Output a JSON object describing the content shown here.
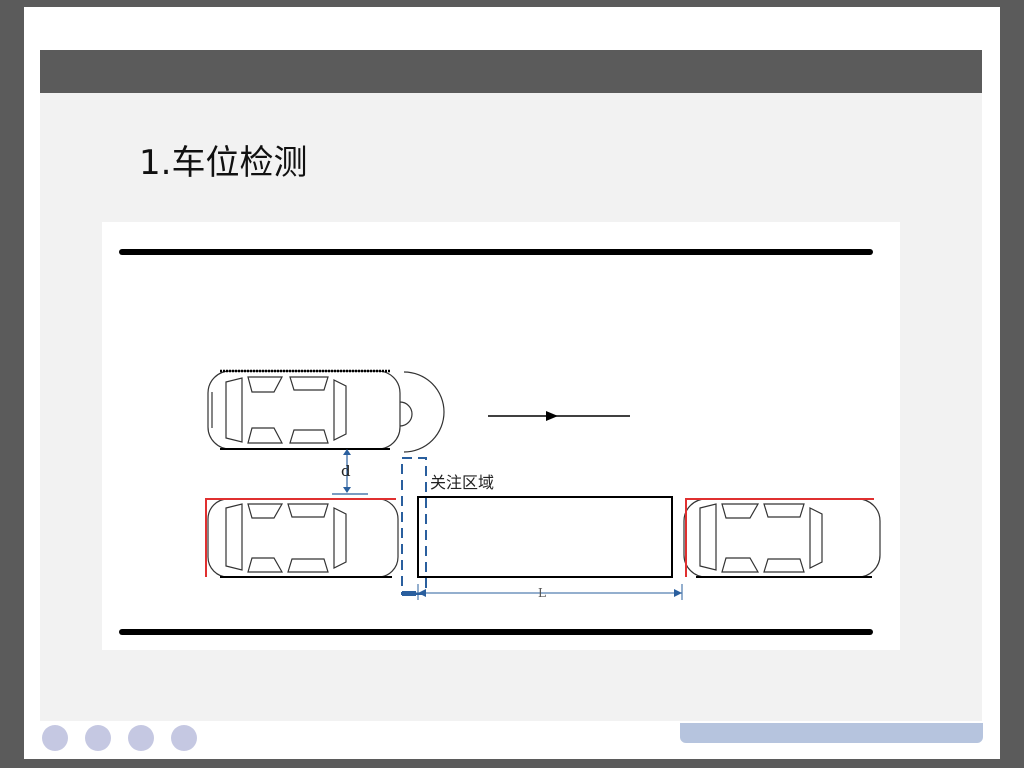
{
  "slide": {
    "title": "1.车位检测"
  },
  "diagram": {
    "label_d": "d",
    "label_focus_area": "关注区域",
    "label_L": "L"
  },
  "colors": {
    "frame": "#5b5b5b",
    "content_background": "#f2f2f2",
    "marker_red": "#e03030",
    "dimension_blue": "#2a5f9e",
    "footer_dots": "#c5c8e2",
    "footer_bar": "#b6c4de"
  },
  "footer": {
    "dots": [
      "dot",
      "dot",
      "dot",
      "dot"
    ]
  }
}
